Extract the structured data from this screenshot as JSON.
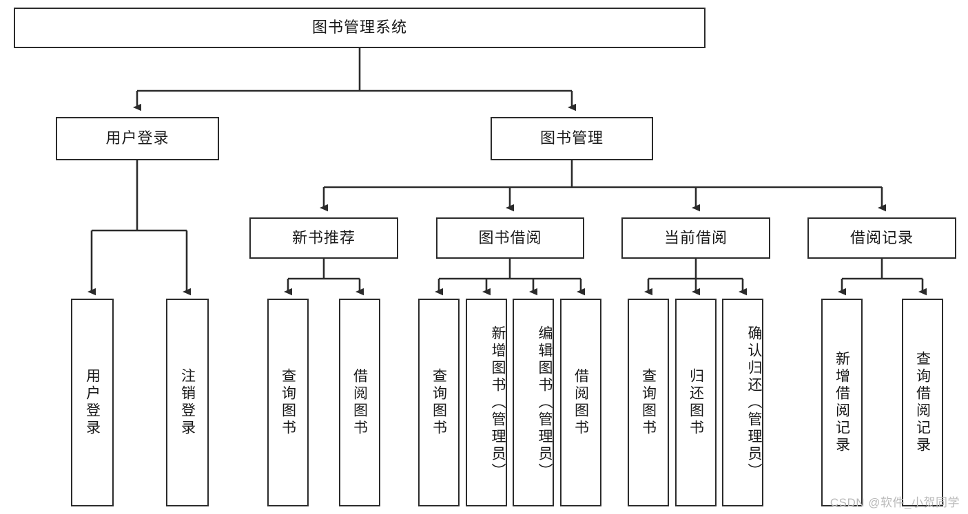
{
  "diagram": {
    "title": "图书管理系统",
    "watermark": "CSDN @软件_小贺同学",
    "root": {
      "label": "图书管理系统"
    },
    "level2": [
      {
        "id": "user-login",
        "label": "用户登录"
      },
      {
        "id": "book-manage",
        "label": "图书管理"
      }
    ],
    "level3": [
      {
        "id": "new-book-recommend",
        "label": "新书推荐"
      },
      {
        "id": "book-borrow",
        "label": "图书借阅"
      },
      {
        "id": "current-borrow",
        "label": "当前借阅"
      },
      {
        "id": "borrow-record",
        "label": "借阅记录"
      }
    ],
    "leaves": {
      "user_login": [
        {
          "id": "leaf-user-login",
          "label": "用户登录"
        },
        {
          "id": "leaf-logout-login",
          "label": "注销登录"
        }
      ],
      "new_book_recommend": [
        {
          "id": "leaf-query-book-1",
          "label": "查询图书"
        },
        {
          "id": "leaf-borrow-book-1",
          "label": "借阅图书"
        }
      ],
      "book_borrow": [
        {
          "id": "leaf-query-book-2",
          "label": "查询图书"
        },
        {
          "id": "leaf-add-book-admin",
          "label": "新增图书（管理员）"
        },
        {
          "id": "leaf-edit-book-admin",
          "label": "编辑图书（管理员）"
        },
        {
          "id": "leaf-borrow-book-2",
          "label": "借阅图书"
        }
      ],
      "current_borrow": [
        {
          "id": "leaf-query-book-3",
          "label": "查询图书"
        },
        {
          "id": "leaf-return-book",
          "label": "归还图书"
        },
        {
          "id": "leaf-confirm-return-admin",
          "label": "确认归还（管理员）"
        }
      ],
      "borrow_record": [
        {
          "id": "leaf-add-borrow-record",
          "label": "新增借阅记录"
        },
        {
          "id": "leaf-query-borrow-record",
          "label": "查询借阅记录"
        }
      ]
    },
    "colors": {
      "line": "#2b2b2b",
      "box_border": "#2b2b2b",
      "box_fill": "#ffffff",
      "text": "#1a1a1a",
      "watermark": "#b9b9b9",
      "background": "#ffffff"
    }
  }
}
